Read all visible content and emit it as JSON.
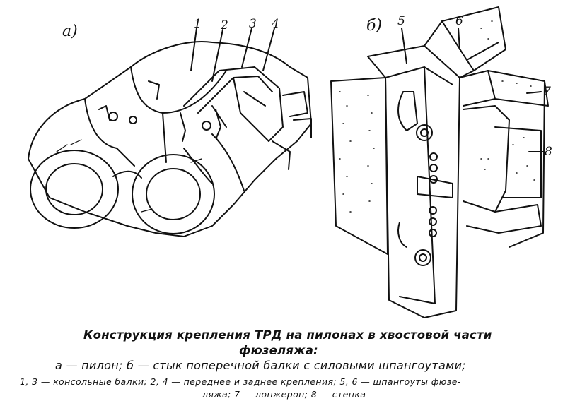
{
  "figure": {
    "panel_a_label": "а)",
    "panel_b_label": "б)",
    "callouts_a": [
      "1",
      "2",
      "3",
      "4"
    ],
    "callouts_b": [
      "5",
      "6",
      "7",
      "8"
    ]
  },
  "caption": {
    "title_line1": "Конструкция  крепления  ТРД  на  пилонах  в  хвостовой части",
    "title_line2": "фюзеляжа:",
    "subtitle": "а — пилон;  б — стык  поперечной  балки  с  силовыми  шпангоутами;",
    "legend_line1": "1, 3 — консольные балки;  2, 4 — переднее и заднее крепления;  5,  6 — шпангоуты фюзе-",
    "legend_line2": "ляжа;  7 — лонжерон;  8 — стенка"
  }
}
